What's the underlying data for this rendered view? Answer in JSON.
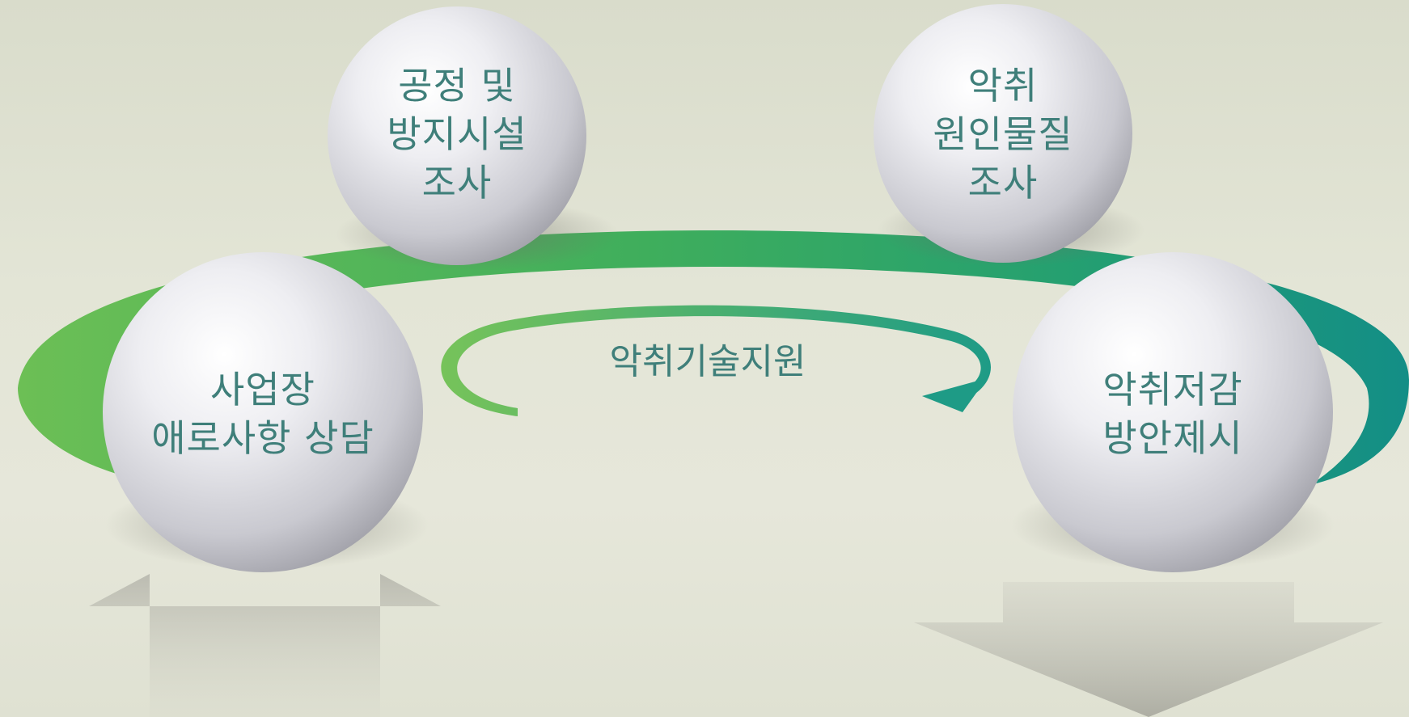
{
  "center": {
    "label": "악취기술지원"
  },
  "steps": [
    {
      "lines": [
        "사업장",
        "애로사항 상담"
      ]
    },
    {
      "lines": [
        "공정 및",
        "방지시설",
        "조사"
      ]
    },
    {
      "lines": [
        "악취",
        "원인물질",
        "조사"
      ]
    },
    {
      "lines": [
        "악취저감",
        "방안제시"
      ]
    }
  ],
  "colors": {
    "background": "#e3e5d6",
    "ring_light": "#5bb85a",
    "ring_dark": "#1f9a86",
    "text": "#3f7f7a",
    "sphere": "#f2f2f4"
  }
}
